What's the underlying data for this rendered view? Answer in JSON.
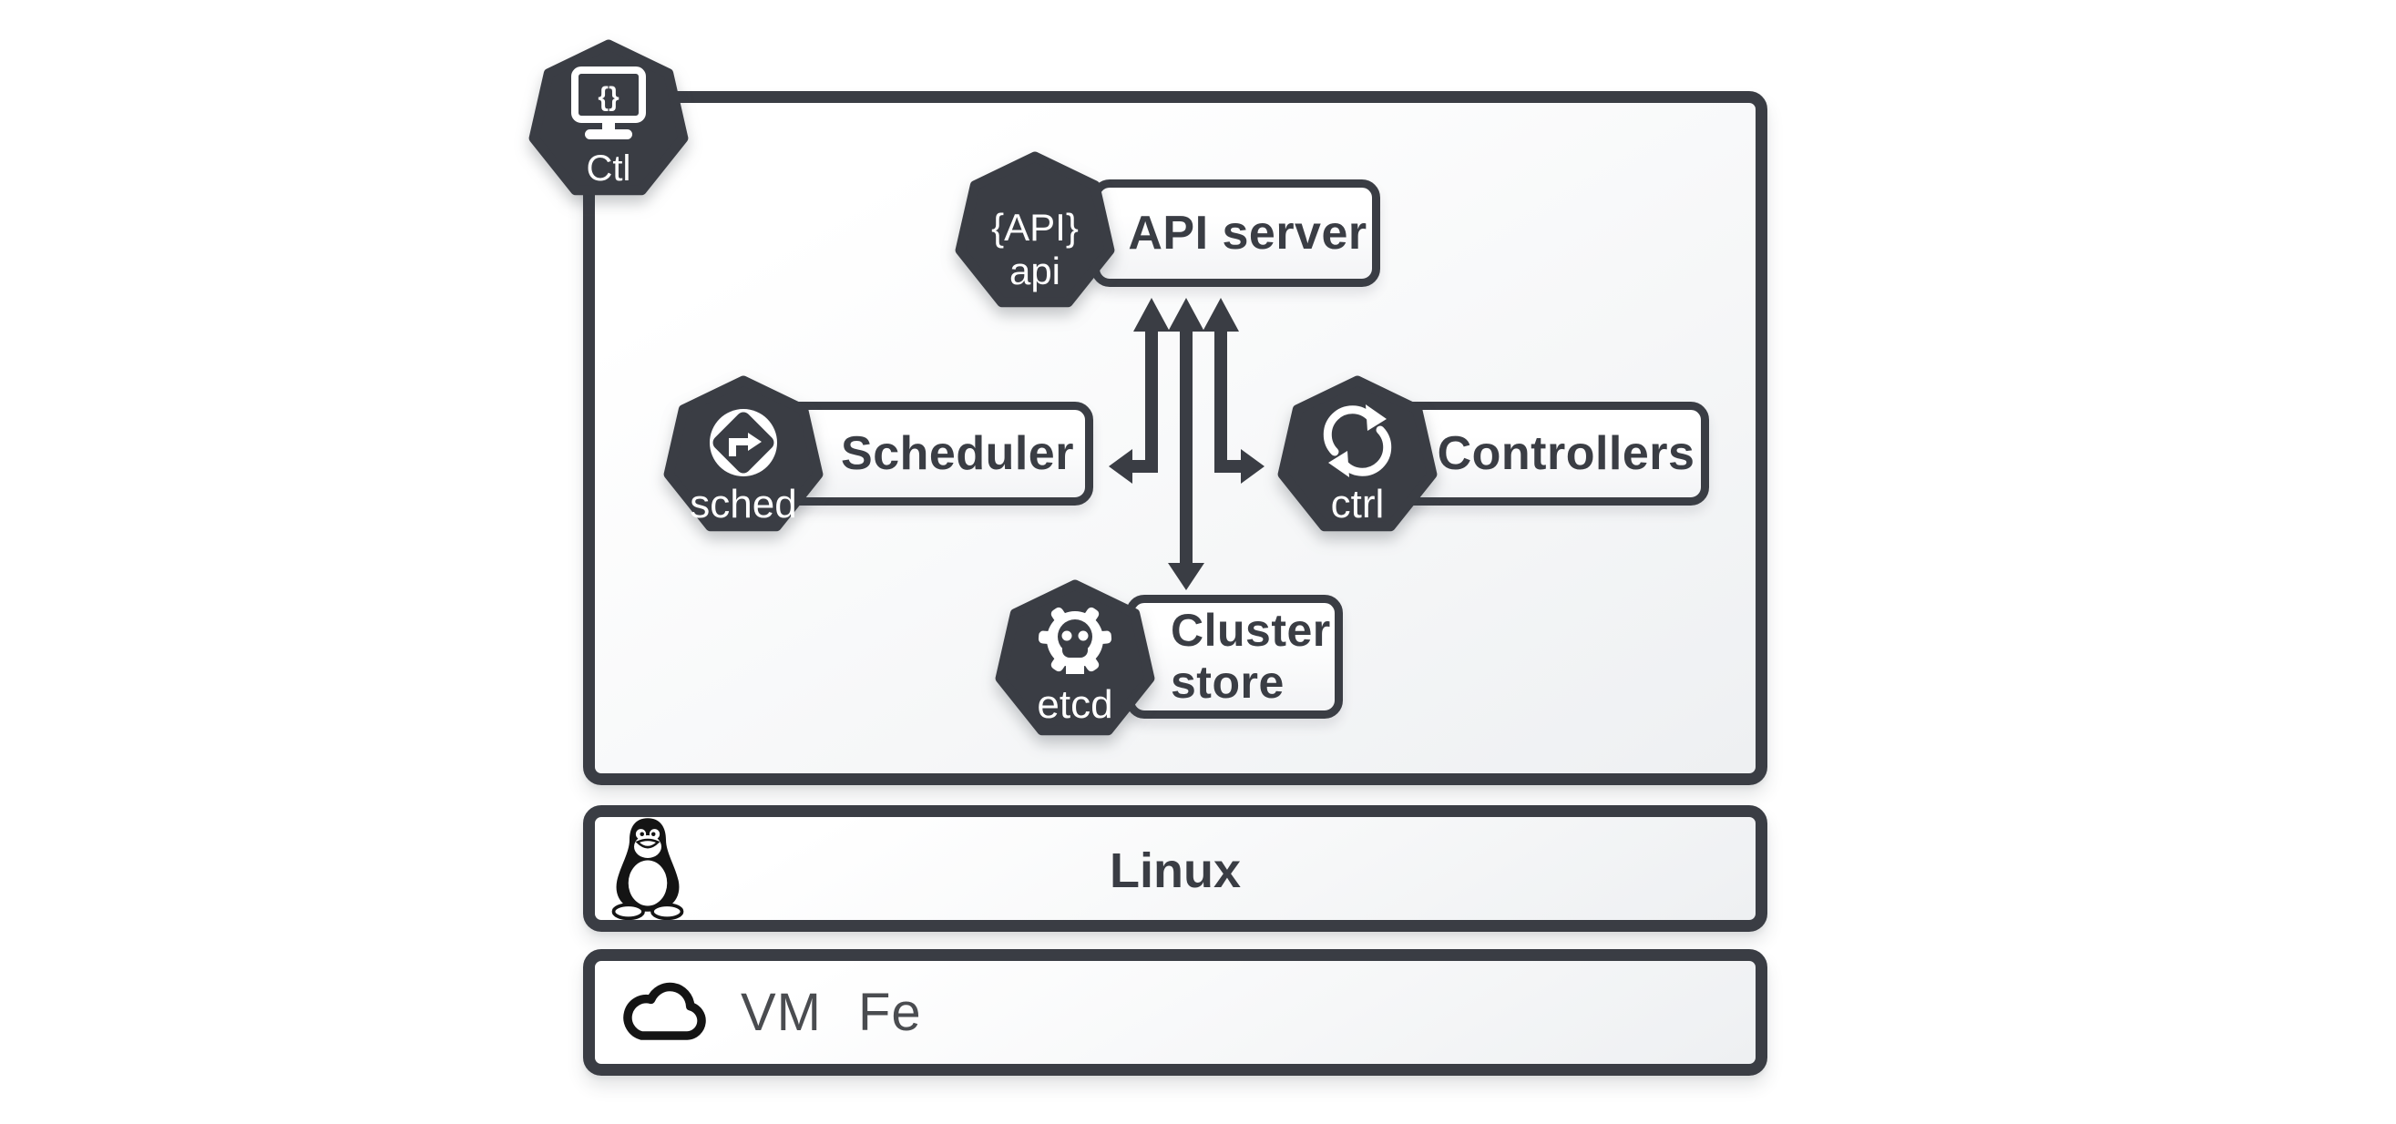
{
  "diagram": {
    "badge": {
      "label": "Ctl",
      "screen_glyph": "{}",
      "icon": "code-display-monitor"
    },
    "nodes": {
      "api_server": {
        "hex_top": "{API}",
        "hex_label": "api",
        "label": "API server"
      },
      "scheduler": {
        "hex_label": "sched",
        "label": "Scheduler",
        "icon": "turn-right-diamond"
      },
      "controllers": {
        "hex_label": "ctrl",
        "label": "Controllers",
        "icon": "cycle-arrows"
      },
      "cluster_store": {
        "hex_label": "etcd",
        "label_line1": "Cluster",
        "label_line2": "store",
        "icon": "gear-face"
      }
    },
    "connections": [
      {
        "from": "api-server",
        "to": "scheduler",
        "style": "double-headed-elbow"
      },
      {
        "from": "api-server",
        "to": "cluster-store",
        "style": "double-headed-straight"
      },
      {
        "from": "api-server",
        "to": "controllers",
        "style": "double-headed-elbow"
      }
    ],
    "os_layer": {
      "label": "Linux",
      "icon": "tux-penguin"
    },
    "infra_layer": {
      "vm": "VM",
      "fe": "Fe",
      "icon": "cloud"
    },
    "colors": {
      "ink": "#3a3d44",
      "page_bg": "#ffffff",
      "panel_shade": "#eef0f2",
      "icon_black": "#141414",
      "vm_text": "#4a4c50",
      "white": "#ffffff"
    }
  }
}
